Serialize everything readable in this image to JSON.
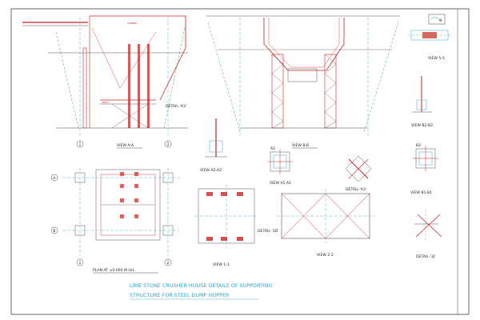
{
  "views": {
    "view_aa": "VIEW A-A",
    "view_bb": "VIEW B-B",
    "view_55": "VIEW 5-5",
    "view_b2b2": "VIEW B2-B2",
    "view_a2a2": "VIEW A2-A2",
    "view_a1a1": "VIEW A1-A1",
    "view_b1b1": "VIEW B1-B1",
    "view_11": "VIEW 1-1",
    "view_22": "VIEW 2-2",
    "plan": "PLAN AT ±0.000 M LVL.",
    "detail_a3": "DETAIL-'A3'",
    "detail_3j": "DETAIL-'3J'",
    "detail_3d": "DETAIL-'3D'"
  },
  "labels": {
    "grid_1": "1",
    "grid_2": "2",
    "grid_a": "A",
    "grid_b": "B",
    "north": "N",
    "a2": "A2",
    "b2": "B2"
  },
  "title": {
    "line1": "LIME STONE CRUSHER HOUSE DETAILS OF SUPPORTING",
    "line2": "STRUCTURE FOR STEEL DUMP HOPPER"
  },
  "colors": {
    "cyan": "#2aa7c9",
    "red": "#cc2222",
    "green": "#39a84a",
    "grey": "#555555"
  }
}
